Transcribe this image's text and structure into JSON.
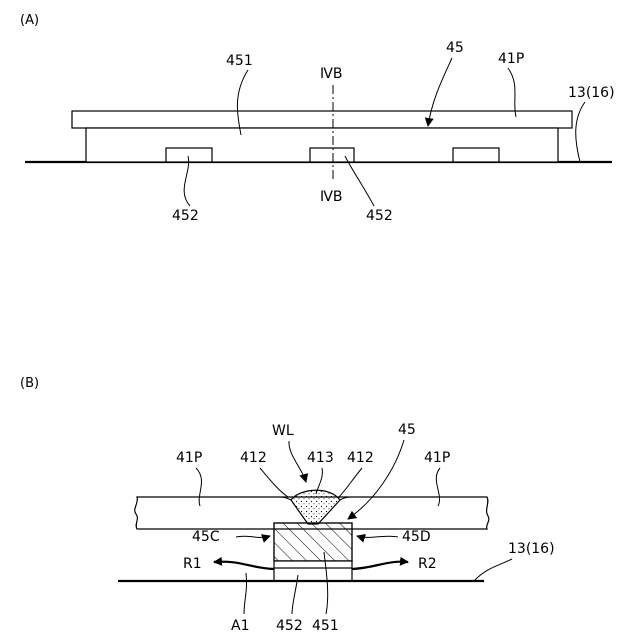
{
  "panel_a": {
    "label": "(A)",
    "callouts": {
      "base_451": "451",
      "assembly_45": "45",
      "plate_41p": "41P",
      "ground": "13(16)",
      "section_top": "ⅣB",
      "section_bottom": "ⅣB",
      "pad_left": "452",
      "pad_center": "452"
    }
  },
  "panel_b": {
    "label": "(B)",
    "callouts": {
      "weld_line": "WL",
      "assembly_45": "45",
      "plate_left": "41P",
      "plate_right": "41P",
      "edge_left": "412",
      "bead": "413",
      "edge_right": "412",
      "side_c": "45C",
      "side_d": "45D",
      "flow_r1": "R1",
      "flow_r2": "R2",
      "ground": "13(16)",
      "a1": "A1",
      "pad": "452",
      "base": "451"
    }
  }
}
